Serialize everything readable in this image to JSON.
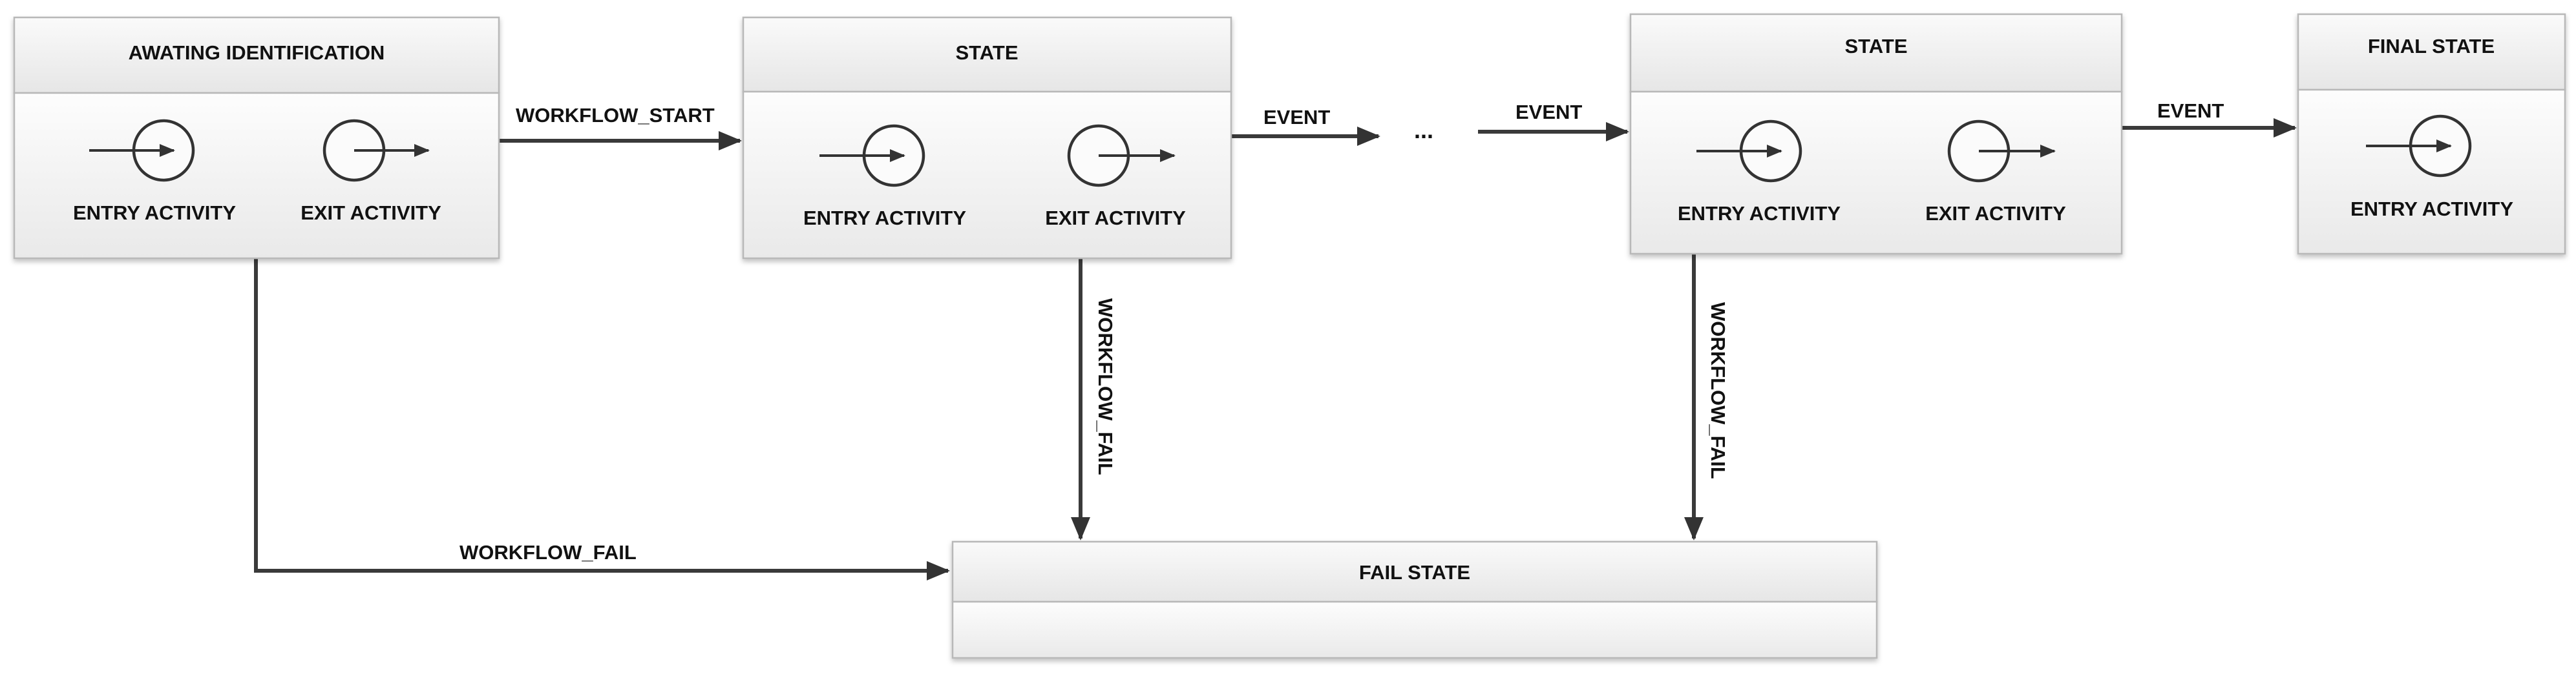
{
  "nodes": {
    "awaiting": {
      "title": "AWATING IDENTIFICATION",
      "entry_label": "ENTRY ACTIVITY",
      "exit_label": "EXIT ACTIVITY"
    },
    "state1": {
      "title": "STATE",
      "entry_label": "ENTRY ACTIVITY",
      "exit_label": "EXIT ACTIVITY"
    },
    "state2": {
      "title": "STATE",
      "entry_label": "ENTRY ACTIVITY",
      "exit_label": "EXIT ACTIVITY"
    },
    "final": {
      "title": "FINAL STATE",
      "entry_label": "ENTRY ACTIVITY"
    },
    "fail": {
      "title": "FAIL STATE"
    }
  },
  "edges": {
    "workflow_start": "WORKFLOW_START",
    "event_1": "EVENT",
    "ellipsis": "...",
    "event_2": "EVENT",
    "event_3": "EVENT",
    "fail_1": "WORKFLOW_FAIL",
    "fail_2": "WORKFLOW_FAIL",
    "fail_3": "WORKFLOW_FAIL"
  }
}
